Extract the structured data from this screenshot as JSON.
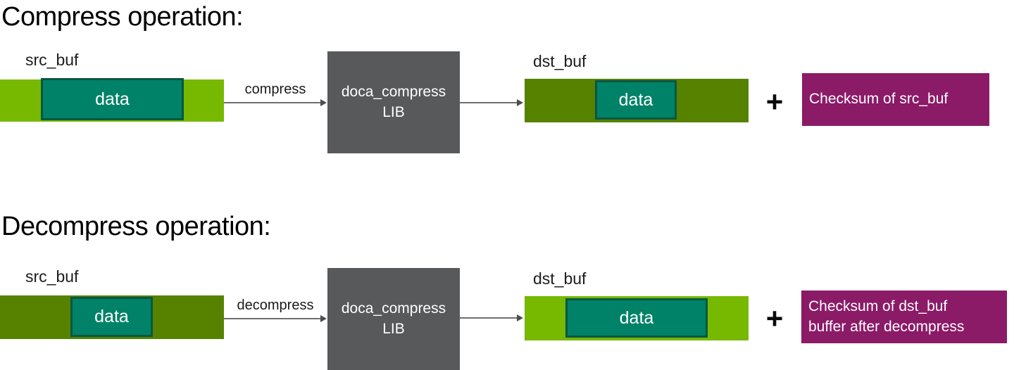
{
  "palette": {
    "bright_green": "#76B900",
    "olive_green": "#568200",
    "teal_fill": "#008268",
    "teal_border": "#0A5741",
    "gray_box": "#58595B",
    "magenta": "#8B1A67",
    "arrow_gray": "#6E6E6E",
    "text_dark": "#1A1A1A",
    "text_light": "#FFFFFF"
  },
  "compress": {
    "title": "Compress operation:",
    "src_buf_label": "src_buf",
    "src_data_label": "data",
    "arrow_label": "compress",
    "lib_name": "doca_compress",
    "lib_suffix": "LIB",
    "dst_buf_label": "dst_buf",
    "dst_data_label": "data",
    "plus": "+",
    "checksum_line1": "Checksum of src_buf"
  },
  "decompress": {
    "title": "Decompress operation:",
    "src_buf_label": "src_buf",
    "src_data_label": "data",
    "arrow_label": "decompress",
    "lib_name": "doca_compress",
    "lib_suffix": "LIB",
    "dst_buf_label": "dst_buf",
    "dst_data_label": "data",
    "plus": "+",
    "checksum_line1": "Checksum of dst_buf",
    "checksum_line2": "buffer after decompress"
  }
}
